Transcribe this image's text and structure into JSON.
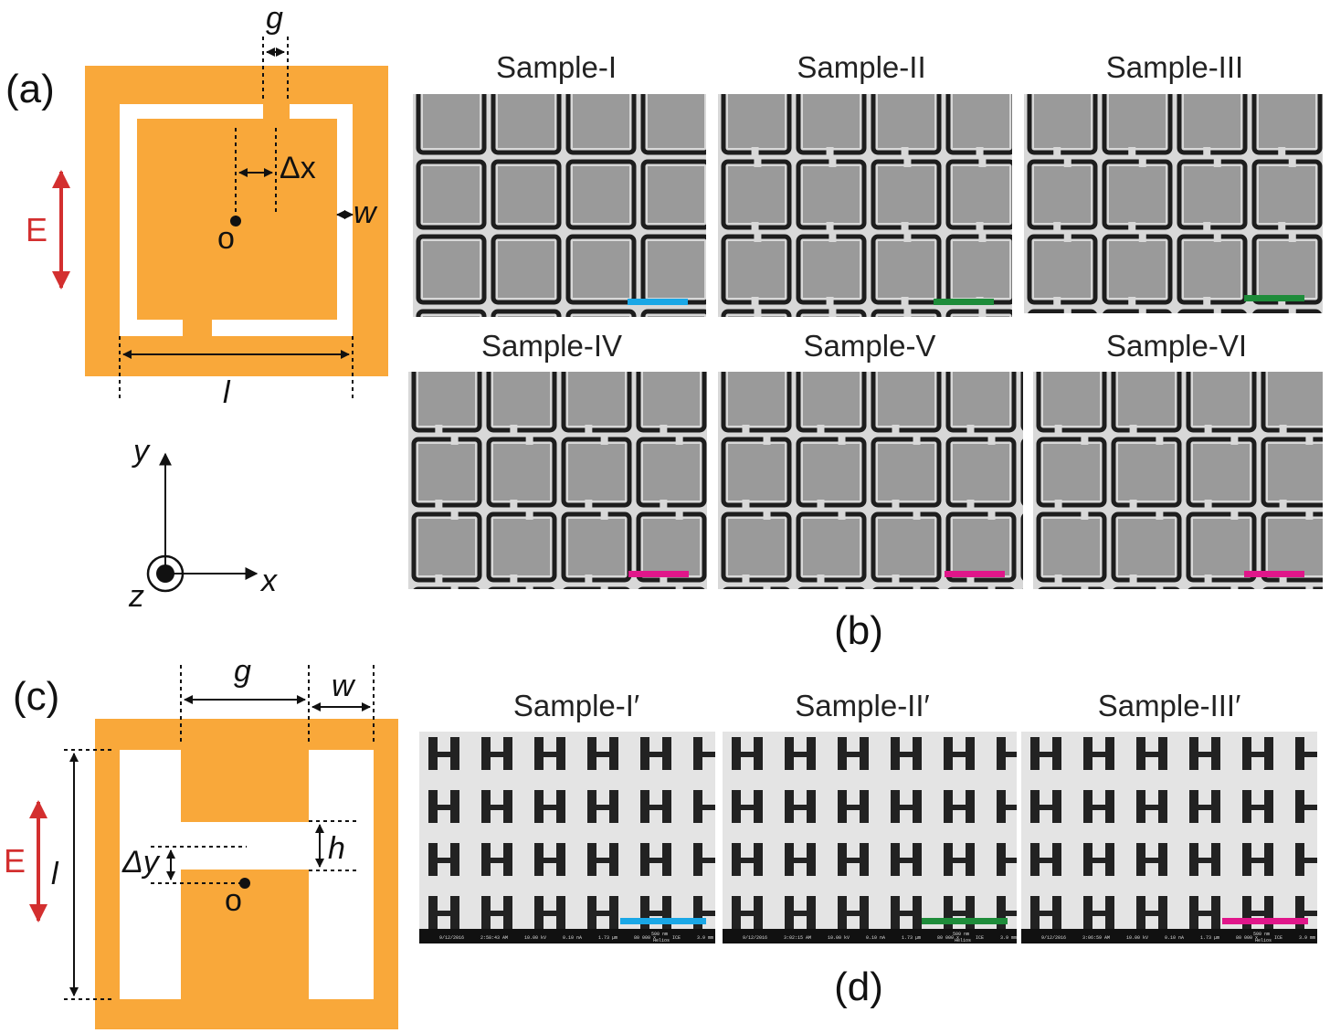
{
  "panel_a": {
    "label": "(a)",
    "dims": {
      "g": "g",
      "dx": "Δx",
      "w": "w",
      "l": "l",
      "origin": "o"
    },
    "efield": "E",
    "axes": {
      "x": "x",
      "y": "y",
      "z": "z"
    }
  },
  "panel_b": {
    "label": "(b)",
    "samples": [
      "Sample-I",
      "Sample-II",
      "Sample-III",
      "Sample-IV",
      "Sample-V",
      "Sample-VI"
    ]
  },
  "panel_c": {
    "label": "(c)",
    "dims": {
      "g": "g",
      "w": "w",
      "l": "l",
      "h": "h",
      "dy": "Δy",
      "origin": "o"
    },
    "efield": "E"
  },
  "panel_d": {
    "label": "(d)",
    "samples": [
      "Sample-I′",
      "Sample-II′",
      "Sample-III′"
    ],
    "footer_scale": "500 nm",
    "footer_device": "Helios",
    "footers": [
      [
        "9/12/2016",
        "2:58:43 AM",
        "10.00 kV",
        "0.10 nA",
        "1.73 μm",
        "80 000 x",
        "ICE",
        "3.9 mm"
      ],
      [
        "9/12/2016",
        "3:02:15 AM",
        "10.00 kV",
        "0.10 nA",
        "1.73 μm",
        "80 000 x",
        "ICE",
        "3.9 mm"
      ],
      [
        "9/12/2016",
        "3:06:59 AM",
        "10.00 kV",
        "0.10 nA",
        "1.73 μm",
        "80 000 x",
        "ICE",
        "3.9 mm"
      ]
    ]
  },
  "colors": {
    "metal": "#f9a83a",
    "efield": "#d32f2f",
    "scalebar_blue": "#1aa7e6",
    "scalebar_green": "#1e8c3a",
    "scalebar_magenta": "#e0168a",
    "sem_bg": "#a9a9a9",
    "sem_dark": "#222222"
  }
}
